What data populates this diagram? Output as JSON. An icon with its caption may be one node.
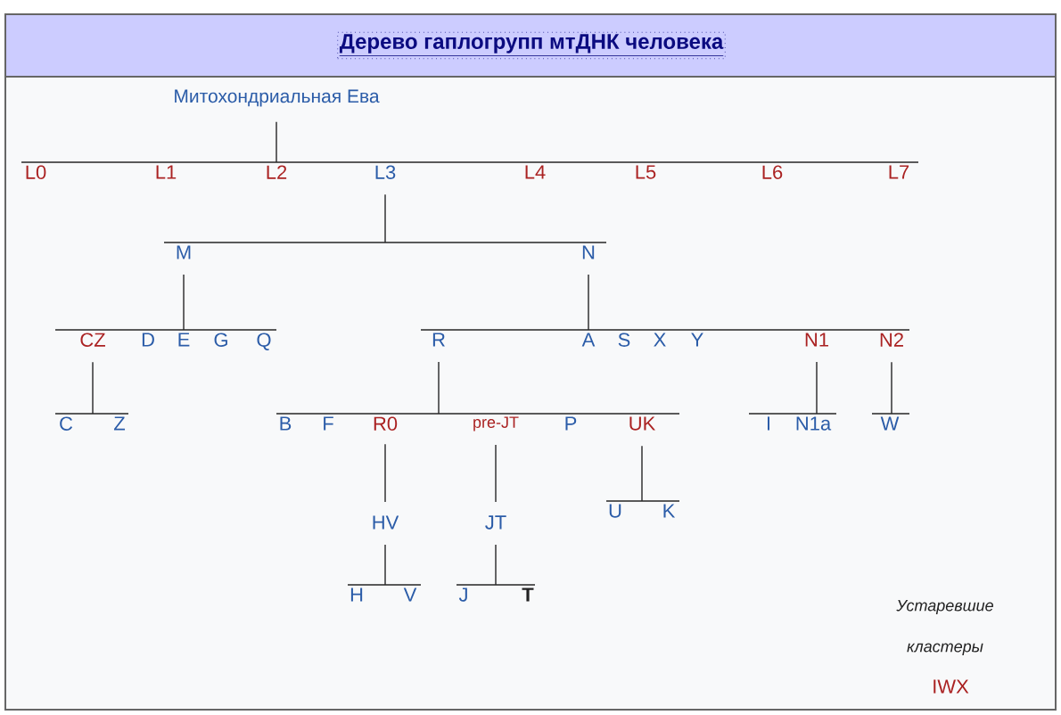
{
  "diagram": {
    "title": "Дерево гаплогрупп мтДНК человека",
    "nodes": [
      {
        "text": [
          "Митохондриальная Ева"
        ]
      },
      {
        "text": [
          "L0"
        ]
      },
      {
        "text": [
          "L1"
        ]
      },
      {
        "text": [
          "L2"
        ]
      },
      {
        "text": [
          "L3"
        ]
      },
      {
        "text": [
          "L4"
        ]
      },
      {
        "text": [
          "L5"
        ]
      },
      {
        "text": [
          "L6"
        ]
      },
      {
        "text": [
          "L7"
        ]
      },
      {
        "text": [
          "M"
        ]
      },
      {
        "text": [
          "N"
        ]
      },
      {
        "text": [
          "CZ"
        ]
      },
      {
        "text": [
          "D"
        ]
      },
      {
        "text": [
          "E"
        ]
      },
      {
        "text": [
          "G"
        ]
      },
      {
        "text": [
          "Q"
        ]
      },
      {
        "text": [
          "R"
        ]
      },
      {
        "text": [
          "A"
        ]
      },
      {
        "text": [
          "S"
        ]
      },
      {
        "text": [
          "X"
        ]
      },
      {
        "text": [
          "Y"
        ]
      },
      {
        "text": [
          "N1"
        ]
      },
      {
        "text": [
          "N2"
        ]
      },
      {
        "text": [
          "C"
        ]
      },
      {
        "text": [
          "Z"
        ]
      },
      {
        "text": [
          "B"
        ]
      },
      {
        "text": [
          "F"
        ]
      },
      {
        "text": [
          "R0"
        ]
      },
      {
        "text": [
          "pre-JT"
        ]
      },
      {
        "text": [
          "P"
        ]
      },
      {
        "text": [
          "UK"
        ]
      },
      {
        "text": [
          "I"
        ]
      },
      {
        "text": [
          "N1a"
        ]
      },
      {
        "text": [
          "W"
        ]
      },
      {
        "text": [
          "HV"
        ]
      },
      {
        "text": [
          "JT"
        ]
      },
      {
        "text": [
          "U"
        ]
      },
      {
        "text": [
          "K"
        ]
      },
      {
        "text": [
          "H"
        ]
      },
      {
        "text": [
          "V"
        ]
      },
      {
        "text": [
          "J"
        ]
      },
      {
        "text": [
          "T"
        ]
      }
    ],
    "edges": [
      {
        "from": 0,
        "to": 1,
        "arrow": "none"
      },
      {
        "from": 0,
        "to": 2,
        "arrow": "none"
      },
      {
        "from": 0,
        "to": 3,
        "arrow": "none"
      },
      {
        "from": 0,
        "to": 4,
        "arrow": "none"
      },
      {
        "from": 0,
        "to": 5,
        "arrow": "none"
      },
      {
        "from": 0,
        "to": 6,
        "arrow": "none"
      },
      {
        "from": 0,
        "to": 7,
        "arrow": "none"
      },
      {
        "from": 0,
        "to": 8,
        "arrow": "none"
      },
      {
        "from": 4,
        "to": 9,
        "arrow": "none"
      },
      {
        "from": 4,
        "to": 10,
        "arrow": "none"
      },
      {
        "from": 9,
        "to": 11,
        "arrow": "none"
      },
      {
        "from": 9,
        "to": 12,
        "arrow": "none"
      },
      {
        "from": 9,
        "to": 13,
        "arrow": "none"
      },
      {
        "from": 9,
        "to": 14,
        "arrow": "none"
      },
      {
        "from": 9,
        "to": 15,
        "arrow": "none"
      },
      {
        "from": 10,
        "to": 16,
        "arrow": "none"
      },
      {
        "from": 10,
        "to": 17,
        "arrow": "none"
      },
      {
        "from": 10,
        "to": 18,
        "arrow": "none"
      },
      {
        "from": 10,
        "to": 19,
        "arrow": "none"
      },
      {
        "from": 10,
        "to": 20,
        "arrow": "none"
      },
      {
        "from": 10,
        "to": 21,
        "arrow": "none"
      },
      {
        "from": 10,
        "to": 22,
        "arrow": "none"
      },
      {
        "from": 11,
        "to": 23,
        "arrow": "none"
      },
      {
        "from": 11,
        "to": 24,
        "arrow": "none"
      },
      {
        "from": 16,
        "to": 25,
        "arrow": "none"
      },
      {
        "from": 16,
        "to": 26,
        "arrow": "none"
      },
      {
        "from": 16,
        "to": 27,
        "arrow": "none"
      },
      {
        "from": 16,
        "to": 28,
        "arrow": "none"
      },
      {
        "from": 16,
        "to": 29,
        "arrow": "none"
      },
      {
        "from": 16,
        "to": 30,
        "arrow": "none"
      },
      {
        "from": 21,
        "to": 31,
        "arrow": "none"
      },
      {
        "from": 21,
        "to": 32,
        "arrow": "none"
      },
      {
        "from": 22,
        "to": 33,
        "arrow": "none"
      },
      {
        "from": 27,
        "to": 34,
        "arrow": "none"
      },
      {
        "from": 28,
        "to": 35,
        "arrow": "none"
      },
      {
        "from": 30,
        "to": 36,
        "arrow": "none"
      },
      {
        "from": 30,
        "to": 37,
        "arrow": "none"
      },
      {
        "from": 34,
        "to": 38,
        "arrow": "none"
      },
      {
        "from": 34,
        "to": 39,
        "arrow": "none"
      },
      {
        "from": 35,
        "to": 40,
        "arrow": "none"
      },
      {
        "from": 35,
        "to": 41,
        "arrow": "none"
      }
    ],
    "labels": [
      "Устаревшие кластеры",
      "IWX"
    ]
  }
}
